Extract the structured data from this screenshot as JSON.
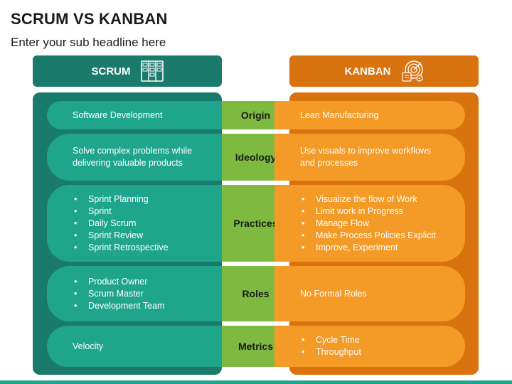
{
  "title": "SCRUM VS KANBAN",
  "subtitle": "Enter your sub headline here",
  "headers": {
    "scrum": "SCRUM",
    "kanban": "KANBAN"
  },
  "icons": {
    "scrum": "board-columns-icon",
    "kanban": "target-process-icon"
  },
  "colors": {
    "scrum_dark": "#1a7a6b",
    "scrum_light": "#20a58d",
    "kanban_dark": "#d9730f",
    "kanban_light": "#f39a27",
    "center": "#7dba3f"
  },
  "rows": [
    {
      "label": "Origin",
      "scrum": {
        "text": "Software Development"
      },
      "kanban": {
        "text": "Lean Manufacturing"
      }
    },
    {
      "label": "Ideology",
      "scrum": {
        "text": "Solve complex problems while delivering valuable products"
      },
      "kanban": {
        "text": "Use visuals to improve workflows and processes"
      }
    },
    {
      "label": "Practices",
      "scrum": {
        "items": [
          "Sprint Planning",
          "Sprint",
          "Daily Scrum",
          "Sprint Review",
          "Sprint Retrospective"
        ]
      },
      "kanban": {
        "items": [
          "Visualize the flow of Work",
          "Limit work in Progress",
          "Manage Flow",
          "Make Process Policies Explicit",
          "Improve, Experiment"
        ]
      }
    },
    {
      "label": "Roles",
      "scrum": {
        "items": [
          "Product Owner",
          "Scrum Master",
          "Development Team"
        ]
      },
      "kanban": {
        "text": "No Formal Roles"
      }
    },
    {
      "label": "Metrics",
      "scrum": {
        "text": "Velocity"
      },
      "kanban": {
        "items": [
          "Cycle Time",
          "Throughput"
        ]
      }
    }
  ]
}
